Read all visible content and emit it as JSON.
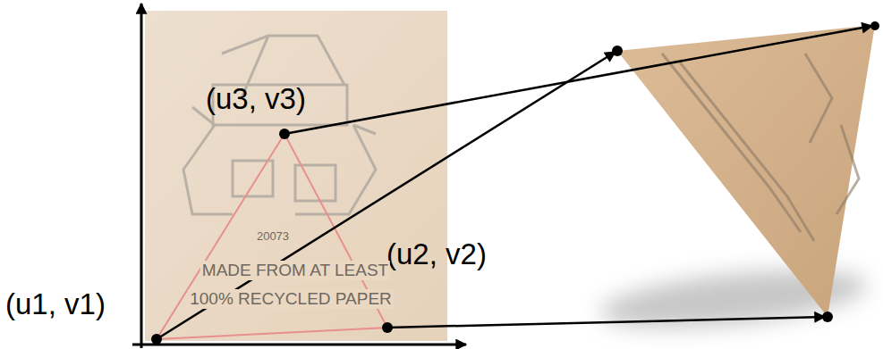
{
  "diagram": {
    "labels": [
      "(u3, v3)",
      "(u2, v2)",
      "(u1, v1)",
      "20073",
      "MADE FROM AT LEAST",
      "100% RECYCLED PAPER"
    ]
  }
}
